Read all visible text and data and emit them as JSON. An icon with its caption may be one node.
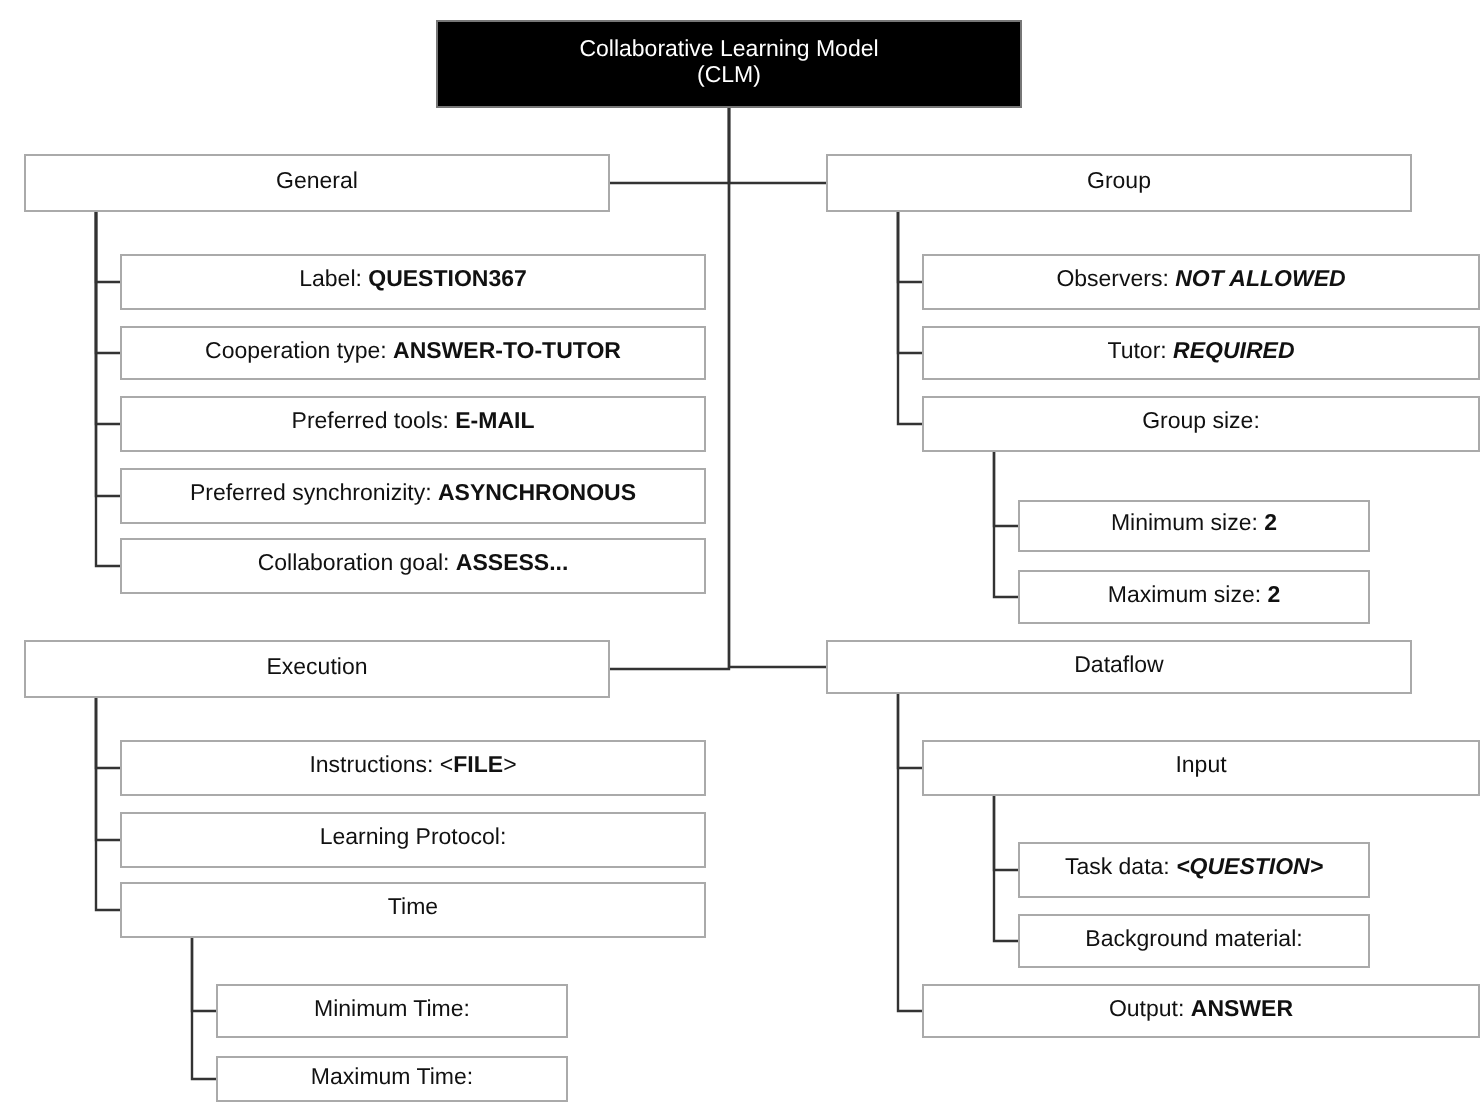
{
  "diagram": {
    "nodes": [
      {
        "text": [
          "Collaborative Learning Model (CLM)"
        ]
      },
      {
        "text": [
          "General"
        ]
      },
      {
        "text": [
          "Label: **QUESTION367**"
        ]
      },
      {
        "text": [
          "Cooperation type: **ANSWER-TO-TUTOR**"
        ]
      },
      {
        "text": [
          "Preferred tools: **E-MAIL**"
        ]
      },
      {
        "text": [
          "Preferred synchronizity: **ASYNCHRONOUS**"
        ]
      },
      {
        "text": [
          "Collaboration goal: **ASSESS...**"
        ]
      },
      {
        "text": [
          "Group"
        ]
      },
      {
        "text": [
          "Observers: *NOT ALLOWED*"
        ]
      },
      {
        "text": [
          "Tutor: *REQUIRED*"
        ]
      },
      {
        "text": [
          "Group size:"
        ]
      },
      {
        "text": [
          "Minimum size: **2**"
        ]
      },
      {
        "text": [
          "Maximum size: **2**"
        ]
      },
      {
        "text": [
          "Execution"
        ]
      },
      {
        "text": [
          "Instructions: <**FILE**>"
        ]
      },
      {
        "text": [
          "Learning Protocol:"
        ]
      },
      {
        "text": [
          "Time"
        ]
      },
      {
        "text": [
          "Minimum Time:"
        ]
      },
      {
        "text": [
          "Maximum Time:"
        ]
      },
      {
        "text": [
          "Dataflow"
        ]
      },
      {
        "text": [
          "Input"
        ]
      },
      {
        "text": [
          "Task data: *<QUESTION>*"
        ]
      },
      {
        "text": [
          "Background material:"
        ]
      },
      {
        "text": [
          "Output: **ANSWER**"
        ]
      }
    ],
    "edges": [
      {
        "from": 0,
        "to": 1,
        "arrow": "none"
      },
      {
        "from": 0,
        "to": 7,
        "arrow": "none"
      },
      {
        "from": 0,
        "to": 13,
        "arrow": "none"
      },
      {
        "from": 0,
        "to": 19,
        "arrow": "none"
      },
      {
        "from": 1,
        "to": 2,
        "arrow": "none"
      },
      {
        "from": 1,
        "to": 3,
        "arrow": "none"
      },
      {
        "from": 1,
        "to": 4,
        "arrow": "none"
      },
      {
        "from": 1,
        "to": 5,
        "arrow": "none"
      },
      {
        "from": 1,
        "to": 6,
        "arrow": "none"
      },
      {
        "from": 7,
        "to": 8,
        "arrow": "none"
      },
      {
        "from": 7,
        "to": 9,
        "arrow": "none"
      },
      {
        "from": 7,
        "to": 10,
        "arrow": "none"
      },
      {
        "from": 10,
        "to": 11,
        "arrow": "none"
      },
      {
        "from": 10,
        "to": 12,
        "arrow": "none"
      },
      {
        "from": 13,
        "to": 14,
        "arrow": "none"
      },
      {
        "from": 13,
        "to": 15,
        "arrow": "none"
      },
      {
        "from": 13,
        "to": 16,
        "arrow": "none"
      },
      {
        "from": 16,
        "to": 17,
        "arrow": "none"
      },
      {
        "from": 16,
        "to": 18,
        "arrow": "none"
      },
      {
        "from": 19,
        "to": 20,
        "arrow": "none"
      },
      {
        "from": 19,
        "to": 23,
        "arrow": "none"
      },
      {
        "from": 20,
        "to": 21,
        "arrow": "none"
      },
      {
        "from": 20,
        "to": 22,
        "arrow": "none"
      }
    ]
  }
}
